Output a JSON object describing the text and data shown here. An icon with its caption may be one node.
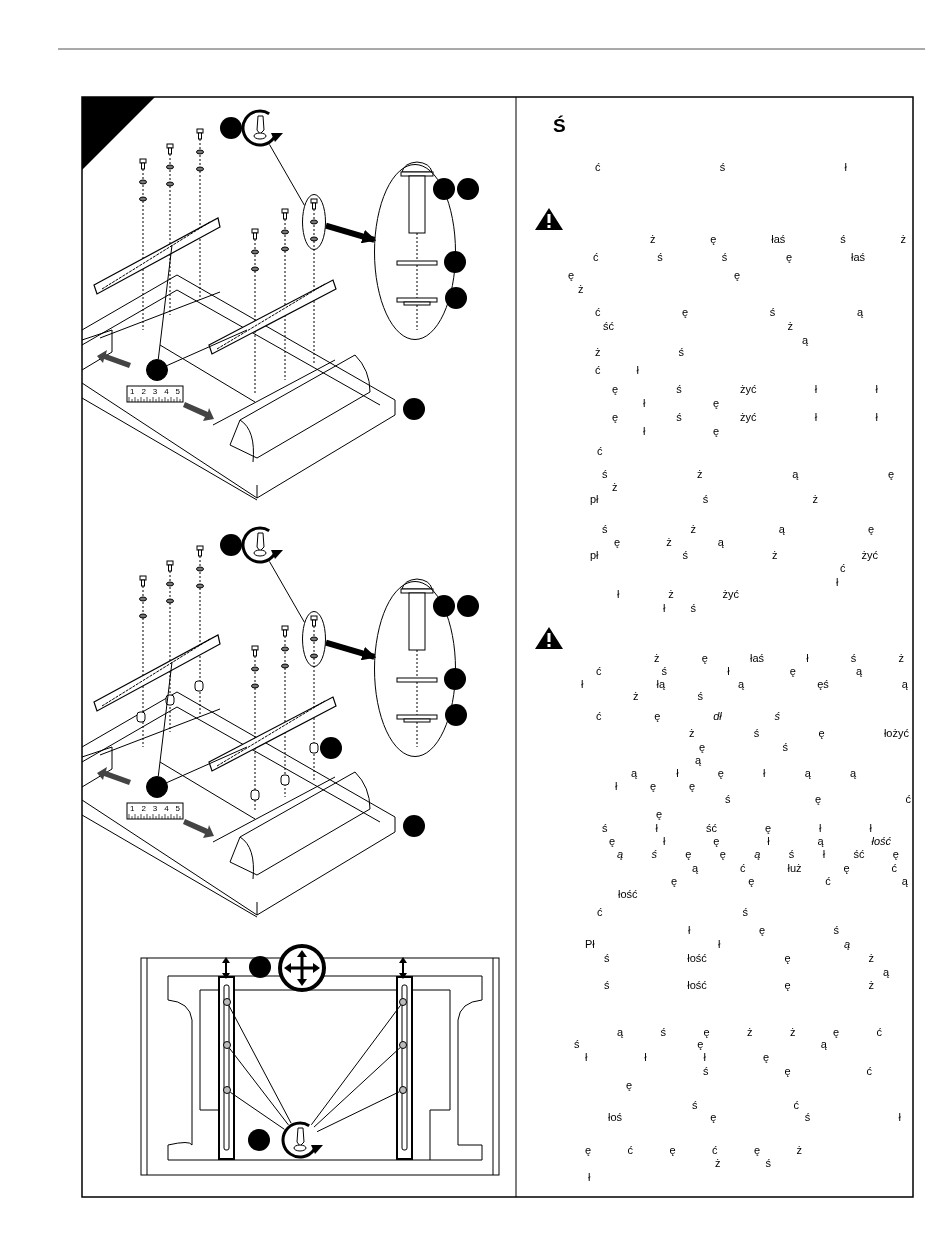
{
  "diagram": {
    "nodes": [
      {
        "text": [],
        "shape": "picture"
      },
      {
        "text": [],
        "shape": "ellipse"
      },
      {
        "text": [],
        "shape": "ellipse"
      },
      {
        "text": [],
        "shape": "circle"
      },
      {
        "text": [],
        "shape": "bar"
      },
      {
        "text": [],
        "shape": "bar"
      },
      {
        "text": [],
        "shape": "picture"
      },
      {
        "text": [],
        "shape": "ellipse"
      },
      {
        "text": [],
        "shape": "ellipse"
      },
      {
        "text": [],
        "shape": "circle"
      },
      {
        "text": [],
        "shape": "bar"
      },
      {
        "text": [],
        "shape": "bar"
      },
      {
        "text": [],
        "shape": "picture"
      },
      {
        "text": [],
        "shape": "circle"
      },
      {
        "text": [],
        "shape": "circle"
      },
      {
        "text": [],
        "shape": "circle"
      },
      {
        "text": [],
        "shape": "circle"
      },
      {
        "text": [],
        "shape": "circle"
      },
      {
        "text": [],
        "shape": "circle"
      }
    ],
    "edges": [
      {
        "from": 0,
        "to": 1,
        "arrow": "none"
      },
      {
        "from": 1,
        "to": 2,
        "arrow": "to",
        "style": "thick"
      },
      {
        "from": 3,
        "to": 4,
        "arrow": "none"
      },
      {
        "from": 3,
        "to": 5,
        "arrow": "none"
      },
      {
        "from": 6,
        "to": 7,
        "arrow": "none"
      },
      {
        "from": 7,
        "to": 8,
        "arrow": "to",
        "style": "thick"
      },
      {
        "from": 9,
        "to": 10,
        "arrow": "none"
      },
      {
        "from": 9,
        "to": 11,
        "arrow": "none"
      },
      {
        "from": 12,
        "to": 13,
        "arrow": "none"
      },
      {
        "from": 12,
        "to": 14,
        "arrow": "none"
      },
      {
        "from": 12,
        "to": 15,
        "arrow": "none"
      },
      {
        "from": 12,
        "to": 16,
        "arrow": "none"
      },
      {
        "from": 12,
        "to": 17,
        "arrow": "none"
      },
      {
        "from": 12,
        "to": 18,
        "arrow": "none"
      }
    ],
    "labels": [
      "1 2 3 4 5",
      "1 2 3 4 5",
      "Ś",
      "ć ś ł",
      "ż ę łaś ś ż",
      "ć ś ś ę łaś",
      "ę ę",
      "ż",
      "ć ę ś ą",
      "ść ż",
      "ą",
      "ż ś",
      "ć ł",
      "ę ś żyć ł ł",
      "ł ę",
      "ę ś żyć ł ł",
      "ł ę",
      "ć",
      "ś ż ą ę",
      "ż",
      "pł ś ż",
      "ś ż ą ę",
      "ę ż ą",
      "pł ś ż żyć",
      "ć",
      "ł",
      "ł ż żyć",
      "ł ś",
      "ż ę łaś ł ś ż",
      "ć ś ł ę ą",
      "ł łą ą ęś ą",
      "ż ś",
      "ć ę *dł ś*",
      "ż ś ę łożyć",
      "ę ś",
      "ą",
      "ą ł ę ł ą ą",
      "ł ę ę",
      "ś ę ć",
      "ę",
      "ś ł ść ę ł ł",
      "ę ł ę ł ą *łość*",
      "*ą ś* ę ę *ą* ś ł ść ę",
      "ą ć łuż ę ć",
      "ę ę ć ą",
      "łość",
      "ć ś",
      "ł ę ś",
      "Pł ł *ą*",
      "ś łość ę ż",
      "ą",
      "ś łość ę ż",
      "ą ś ę ż ż ę ć",
      "ś ę ą",
      "ł ł ł ę",
      "ś ę ć",
      "ę",
      "ś ć",
      "łoś ę ś ł",
      "ę ć ę ć ę ż",
      "ż ś",
      "ł"
    ]
  }
}
